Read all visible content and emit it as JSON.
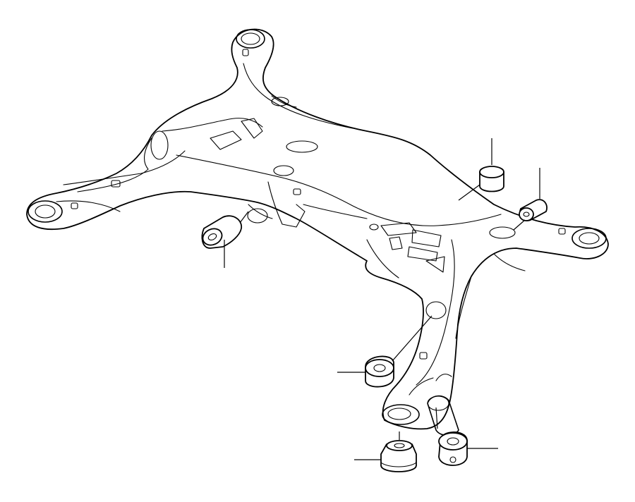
{
  "diagram": {
    "subject": "rear-subframe-with-bushings",
    "line_color": "#000000",
    "background": "#ffffff",
    "parts": [
      {
        "name": "subframe",
        "icon": "subframe-illustration"
      },
      {
        "name": "bushing-left",
        "icon": "bushing-icon"
      },
      {
        "name": "bushing-upper-right",
        "icon": "bushing-icon"
      },
      {
        "name": "bushing-right",
        "icon": "bushing-icon"
      },
      {
        "name": "bushing-middle",
        "icon": "bushing-icon"
      },
      {
        "name": "bushing-lower-right",
        "icon": "bushing-icon"
      },
      {
        "name": "bushing-bottom",
        "icon": "bushing-icon"
      }
    ]
  }
}
